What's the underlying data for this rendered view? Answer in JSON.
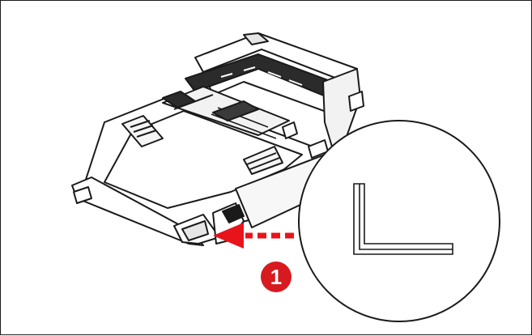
{
  "step": {
    "number": "1",
    "badge_color": "#d71920"
  },
  "arrow": {
    "color": "#e8141b",
    "style": "dashed",
    "direction": "left"
  },
  "icons": {
    "tray": "paper-cassette-tray-icon",
    "magnifier": "corner-guide-detail-icon",
    "guide": "l-corner-guide-icon"
  }
}
